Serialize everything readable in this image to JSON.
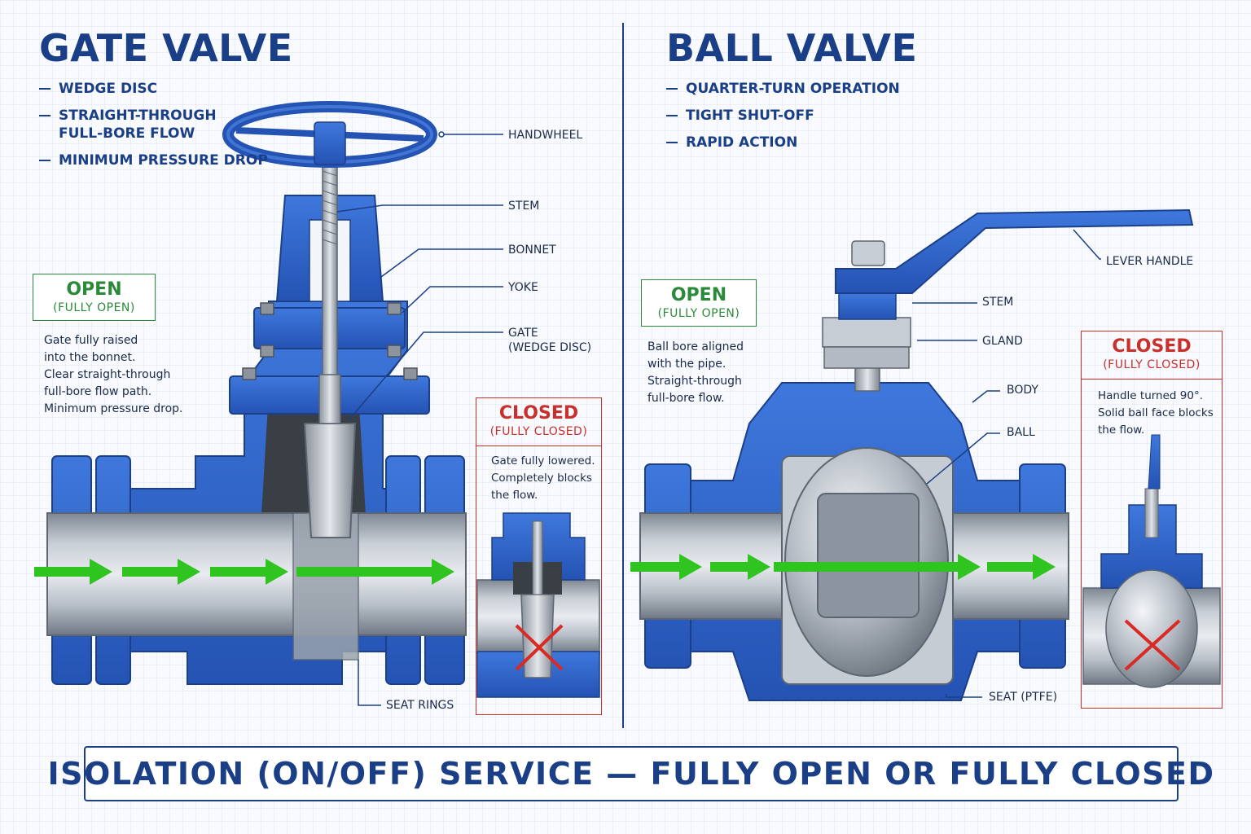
{
  "gate": {
    "title": "GATE VALVE",
    "features": [
      "WEDGE DISC",
      "STRAIGHT-THROUGH\nFULL-BORE FLOW",
      "MINIMUM PRESSURE DROP"
    ],
    "callouts": {
      "handwheel": "HANDWHEEL",
      "stem": "STEM",
      "bonnet": "BONNET",
      "yoke": "YOKE",
      "gate": "GATE\n(WEDGE DISC)",
      "seat_rings": "SEAT RINGS"
    },
    "open": {
      "title": "OPEN",
      "subtitle": "(FULLY OPEN)",
      "description": "Gate fully raised\ninto the bonnet.\nClear straight-through\nfull-bore flow path.\nMinimum pressure drop."
    },
    "closed": {
      "title": "CLOSED",
      "subtitle": "(FULLY CLOSED)",
      "description": "Gate fully lowered.\nCompletely blocks\nthe flow."
    }
  },
  "ball": {
    "title": "BALL VALVE",
    "features": [
      "QUARTER-TURN OPERATION",
      "TIGHT SHUT-OFF",
      "RAPID ACTION"
    ],
    "callouts": {
      "lever_handle": "LEVER HANDLE",
      "stem": "STEM",
      "gland": "GLAND",
      "body": "BODY",
      "ball": "BALL",
      "seat": "SEAT (PTFE)"
    },
    "open": {
      "title": "OPEN",
      "subtitle": "(FULLY OPEN)",
      "description": "Ball bore aligned\nwith the pipe.\nStraight-through\nfull-bore flow."
    },
    "closed": {
      "title": "CLOSED",
      "subtitle": "(FULLY CLOSED)",
      "description": "Handle turned 90°.\nSolid ball face blocks\nthe flow."
    }
  },
  "banner": "ISOLATION (ON/OFF) SERVICE  —  FULLY OPEN OR FULLY CLOSED",
  "colors": {
    "navy": "#1b3f86",
    "valve_blue": "#2f63c8",
    "steel": "#a9b1bb",
    "flow_green": "#2fc41f",
    "closed_red": "#c9302c",
    "open_green": "#2a8a3a"
  }
}
